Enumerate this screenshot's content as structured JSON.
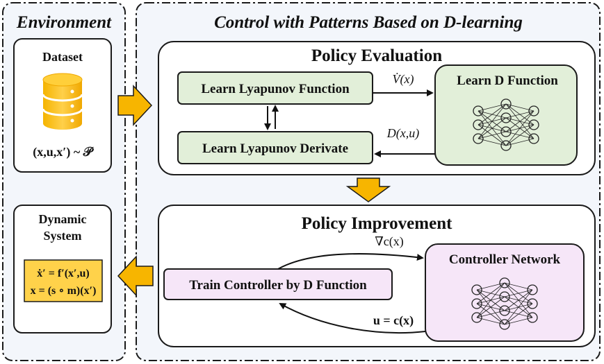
{
  "environment": {
    "title": "Environment",
    "dataset_label": "Dataset",
    "dataset_formula": "(x,u,x′) ~ 𝒫",
    "dynamic_system_line1": "Dynamic",
    "dynamic_system_line2": "System",
    "equation1": "ẋ′ = f′(x′,u)",
    "equation2": "x = (s ∘ m)(x′)"
  },
  "control": {
    "title": "Control with Patterns Based on D-learning",
    "policy_evaluation": {
      "title": "Policy Evaluation",
      "lyapunov_function_label": "Learn Lyapunov Function",
      "lyapunov_derivative_label": "Learn Lyapunov Derivate",
      "d_function_label": "Learn D Function",
      "vdot_label": "V̇(x)",
      "d_label": "D(x,u)"
    },
    "policy_improvement": {
      "title": "Policy Improvement",
      "train_controller_label": "Train Controller by D Function",
      "controller_network_label": "Controller Network",
      "gradient_label": "∇c(x)",
      "u_label": "u = c(x)"
    }
  },
  "colors": {
    "green_fill": "#e2efd9",
    "pink_fill": "#f6e6f8",
    "orange": "#f7b500",
    "panel_bg": "#f3f6fb",
    "border": "#1a1a1a"
  }
}
